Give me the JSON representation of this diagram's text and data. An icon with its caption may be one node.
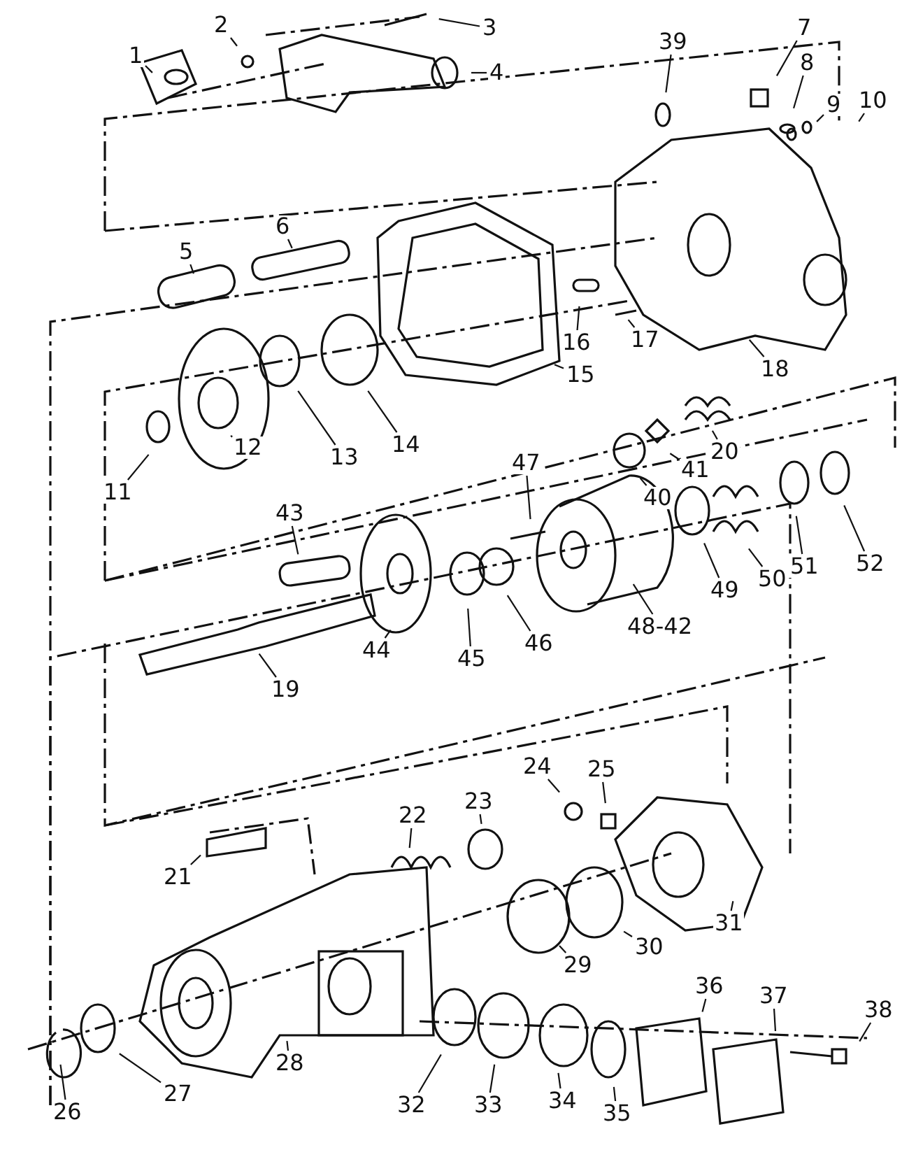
{
  "diagram": {
    "nodes": [
      {
        "text": [
          "1"
        ]
      },
      {
        "text": [
          "2"
        ]
      },
      {
        "text": [
          "3"
        ]
      },
      {
        "text": [
          "4"
        ]
      },
      {
        "text": [
          "5"
        ]
      },
      {
        "text": [
          "6"
        ]
      },
      {
        "text": [
          "7"
        ]
      },
      {
        "text": [
          "8"
        ]
      },
      {
        "text": [
          "9"
        ]
      },
      {
        "text": [
          "10"
        ]
      },
      {
        "text": [
          "11"
        ]
      },
      {
        "text": [
          "12"
        ]
      },
      {
        "text": [
          "13"
        ]
      },
      {
        "text": [
          "14"
        ]
      },
      {
        "text": [
          "15"
        ]
      },
      {
        "text": [
          "16"
        ]
      },
      {
        "text": [
          "17"
        ]
      },
      {
        "text": [
          "18"
        ]
      },
      {
        "text": [
          "19"
        ]
      },
      {
        "text": [
          "20"
        ]
      },
      {
        "text": [
          "21"
        ]
      },
      {
        "text": [
          "22"
        ]
      },
      {
        "text": [
          "23"
        ]
      },
      {
        "text": [
          "24"
        ]
      },
      {
        "text": [
          "25"
        ]
      },
      {
        "text": [
          "26"
        ]
      },
      {
        "text": [
          "27"
        ]
      },
      {
        "text": [
          "28"
        ]
      },
      {
        "text": [
          "29"
        ]
      },
      {
        "text": [
          "30"
        ]
      },
      {
        "text": [
          "31"
        ]
      },
      {
        "text": [
          "32"
        ]
      },
      {
        "text": [
          "33"
        ]
      },
      {
        "text": [
          "34"
        ]
      },
      {
        "text": [
          "35"
        ]
      },
      {
        "text": [
          "36"
        ]
      },
      {
        "text": [
          "37"
        ]
      },
      {
        "text": [
          "38"
        ]
      },
      {
        "text": [
          "39"
        ]
      },
      {
        "text": [
          "40"
        ]
      },
      {
        "text": [
          "41"
        ]
      },
      {
        "text": [
          "43"
        ]
      },
      {
        "text": [
          "44"
        ]
      },
      {
        "text": [
          "45"
        ]
      },
      {
        "text": [
          "46"
        ]
      },
      {
        "text": [
          "47"
        ]
      },
      {
        "text": [
          "48-42"
        ]
      },
      {
        "text": [
          "49"
        ]
      },
      {
        "text": [
          "50"
        ]
      },
      {
        "text": [
          "51"
        ]
      },
      {
        "text": [
          "52"
        ]
      }
    ],
    "edges": [
      {
        "from": 0,
        "to": null,
        "arrow": "none"
      },
      {
        "from": 1,
        "to": null,
        "arrow": "none"
      },
      {
        "from": 2,
        "to": null,
        "arrow": "none"
      },
      {
        "from": 3,
        "to": null,
        "arrow": "none"
      },
      {
        "from": 4,
        "to": null,
        "arrow": "none"
      },
      {
        "from": 5,
        "to": null,
        "arrow": "none"
      },
      {
        "from": 6,
        "to": null,
        "arrow": "none"
      },
      {
        "from": 7,
        "to": null,
        "arrow": "none"
      },
      {
        "from": 8,
        "to": null,
        "arrow": "none"
      },
      {
        "from": 9,
        "to": null,
        "arrow": "none"
      },
      {
        "from": 10,
        "to": null,
        "arrow": "none"
      },
      {
        "from": 11,
        "to": null,
        "arrow": "none"
      },
      {
        "from": 12,
        "to": null,
        "arrow": "none"
      },
      {
        "from": 13,
        "to": null,
        "arrow": "none"
      },
      {
        "from": 14,
        "to": null,
        "arrow": "none"
      },
      {
        "from": 15,
        "to": null,
        "arrow": "none"
      },
      {
        "from": 16,
        "to": null,
        "arrow": "none"
      },
      {
        "from": 17,
        "to": null,
        "arrow": "none"
      },
      {
        "from": 18,
        "to": null,
        "arrow": "none"
      },
      {
        "from": 19,
        "to": null,
        "arrow": "none"
      },
      {
        "from": 20,
        "to": null,
        "arrow": "none"
      },
      {
        "from": 21,
        "to": null,
        "arrow": "none"
      },
      {
        "from": 22,
        "to": null,
        "arrow": "none"
      },
      {
        "from": 23,
        "to": null,
        "arrow": "none"
      },
      {
        "from": 24,
        "to": null,
        "arrow": "none"
      },
      {
        "from": 25,
        "to": null,
        "arrow": "none"
      },
      {
        "from": 26,
        "to": null,
        "arrow": "none"
      },
      {
        "from": 27,
        "to": null,
        "arrow": "none"
      },
      {
        "from": 28,
        "to": null,
        "arrow": "none"
      },
      {
        "from": 29,
        "to": null,
        "arrow": "none"
      },
      {
        "from": 30,
        "to": null,
        "arrow": "none"
      },
      {
        "from": 31,
        "to": null,
        "arrow": "none"
      },
      {
        "from": 32,
        "to": null,
        "arrow": "none"
      },
      {
        "from": 33,
        "to": null,
        "arrow": "none"
      },
      {
        "from": 34,
        "to": null,
        "arrow": "none"
      },
      {
        "from": 35,
        "to": null,
        "arrow": "none"
      },
      {
        "from": 36,
        "to": null,
        "arrow": "none"
      },
      {
        "from": 37,
        "to": null,
        "arrow": "none"
      },
      {
        "from": 38,
        "to": null,
        "arrow": "none"
      },
      {
        "from": 39,
        "to": null,
        "arrow": "none"
      },
      {
        "from": 40,
        "to": null,
        "arrow": "none"
      },
      {
        "from": 41,
        "to": null,
        "arrow": "none"
      },
      {
        "from": 42,
        "to": null,
        "arrow": "none"
      },
      {
        "from": 43,
        "to": null,
        "arrow": "none"
      },
      {
        "from": 44,
        "to": null,
        "arrow": "none"
      },
      {
        "from": 45,
        "to": null,
        "arrow": "none"
      },
      {
        "from": 46,
        "to": null,
        "arrow": "none"
      },
      {
        "from": 47,
        "to": null,
        "arrow": "none"
      },
      {
        "from": 48,
        "to": null,
        "arrow": "none"
      },
      {
        "from": 49,
        "to": null,
        "arrow": "none"
      },
      {
        "from": 50,
        "to": null,
        "arrow": "none"
      }
    ]
  }
}
